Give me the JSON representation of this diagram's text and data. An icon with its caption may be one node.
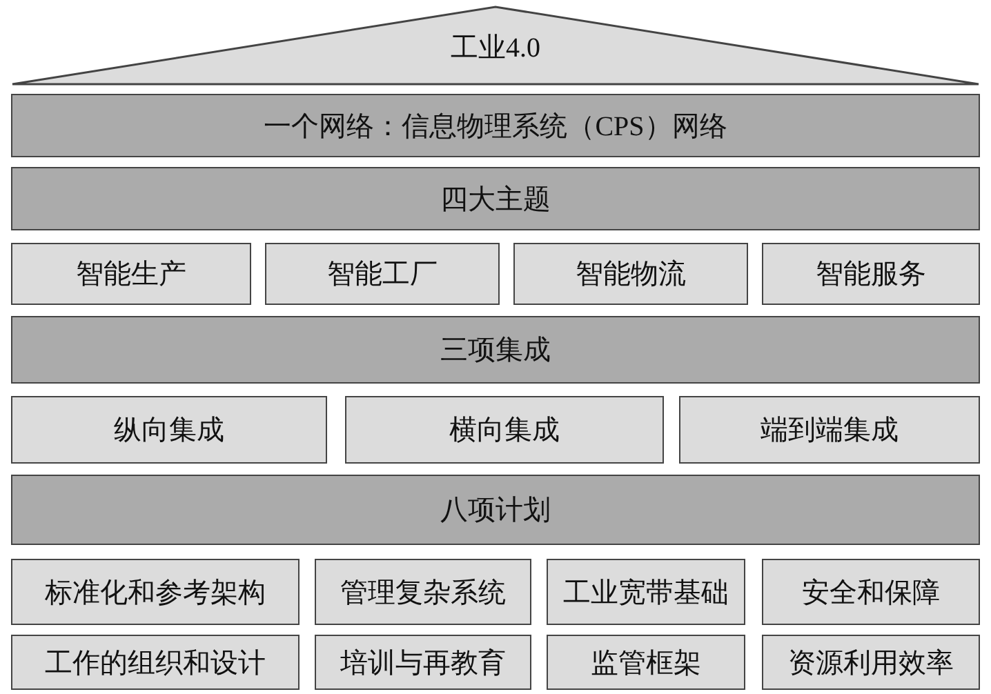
{
  "diagram": {
    "nodes": [
      {
        "text": [
          "工业4.0"
        ]
      },
      {
        "text": [
          "一个网络：信息物理系统（CPS）网络"
        ]
      },
      {
        "text": [
          "四大主题"
        ]
      },
      {
        "text": [
          "智能生产"
        ]
      },
      {
        "text": [
          "智能工厂"
        ]
      },
      {
        "text": [
          "智能物流"
        ]
      },
      {
        "text": [
          "智能服务"
        ]
      },
      {
        "text": [
          "三项集成"
        ]
      },
      {
        "text": [
          "纵向集成"
        ]
      },
      {
        "text": [
          "横向集成"
        ]
      },
      {
        "text": [
          "端到端集成"
        ]
      },
      {
        "text": [
          "八项计划"
        ]
      },
      {
        "text": [
          "标准化和参考架构"
        ]
      },
      {
        "text": [
          "管理复杂系统"
        ]
      },
      {
        "text": [
          "工业宽带基础"
        ]
      },
      {
        "text": [
          "安全和保障"
        ]
      },
      {
        "text": [
          "工作的组织和设计"
        ]
      },
      {
        "text": [
          "培训与再教育"
        ]
      },
      {
        "text": [
          "监管框架"
        ]
      },
      {
        "text": [
          "资源利用效率"
        ]
      }
    ]
  }
}
